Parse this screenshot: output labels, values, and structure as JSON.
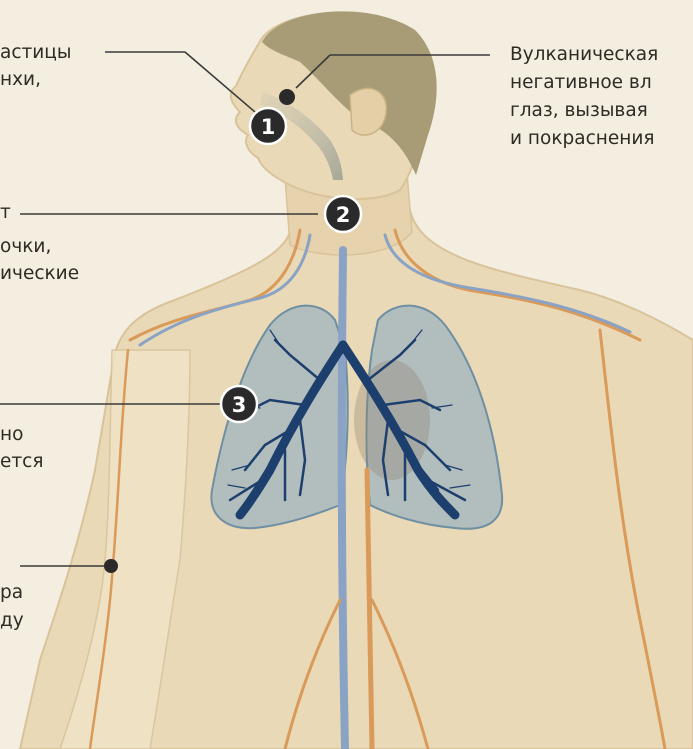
{
  "labels": {
    "eyes": [
      "Вулканическая",
      "негативное вл",
      "глаз, вызывая",
      "и покраснения"
    ],
    "nose": [
      "астицы",
      "нхи,"
    ],
    "throat": [
      "т",
      "очки,",
      "ические"
    ],
    "lungs": [
      "но",
      "ется"
    ],
    "arm": [
      "ра",
      "ду"
    ]
  },
  "markers": [
    "1",
    "2",
    "3"
  ],
  "colors": {
    "background": "#f4eee0",
    "skin": "#ead9b7",
    "skin_outline": "#d8c39a",
    "hair": "#a89c77",
    "lungs": "#9fb4bf",
    "airways": "#1d3f6e",
    "vein": "#8aa2c4",
    "artery": "#d99a5a",
    "badge": "#2a2a2a",
    "leader": "#3a3a3a"
  }
}
